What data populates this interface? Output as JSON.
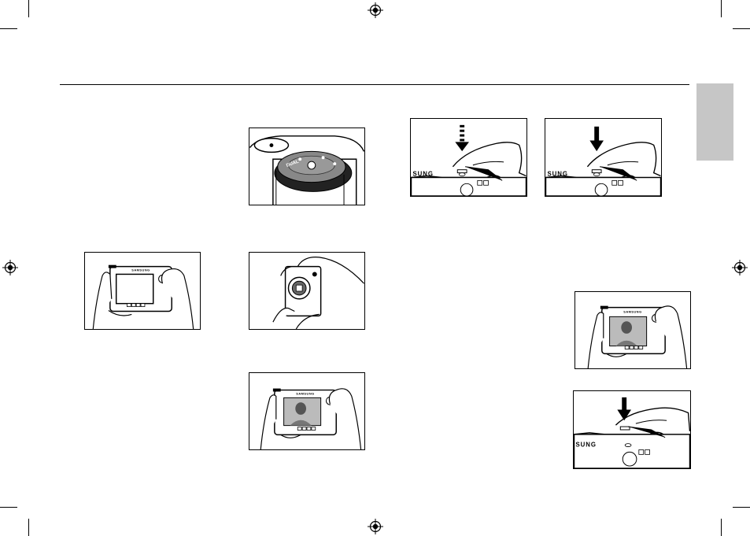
{
  "page": {
    "chapter_tab_color": "#c6c6c6",
    "ink_color": "#000000"
  },
  "figures": {
    "camera_front_brand": "SAMSUNG",
    "camera_top_brand": "SUNG",
    "mode_dial_text": "DUAL"
  },
  "icons": [
    "registration-mark-icon",
    "crop-mark-icon",
    "down-arrow-icon",
    "dashed-down-arrow-icon"
  ]
}
